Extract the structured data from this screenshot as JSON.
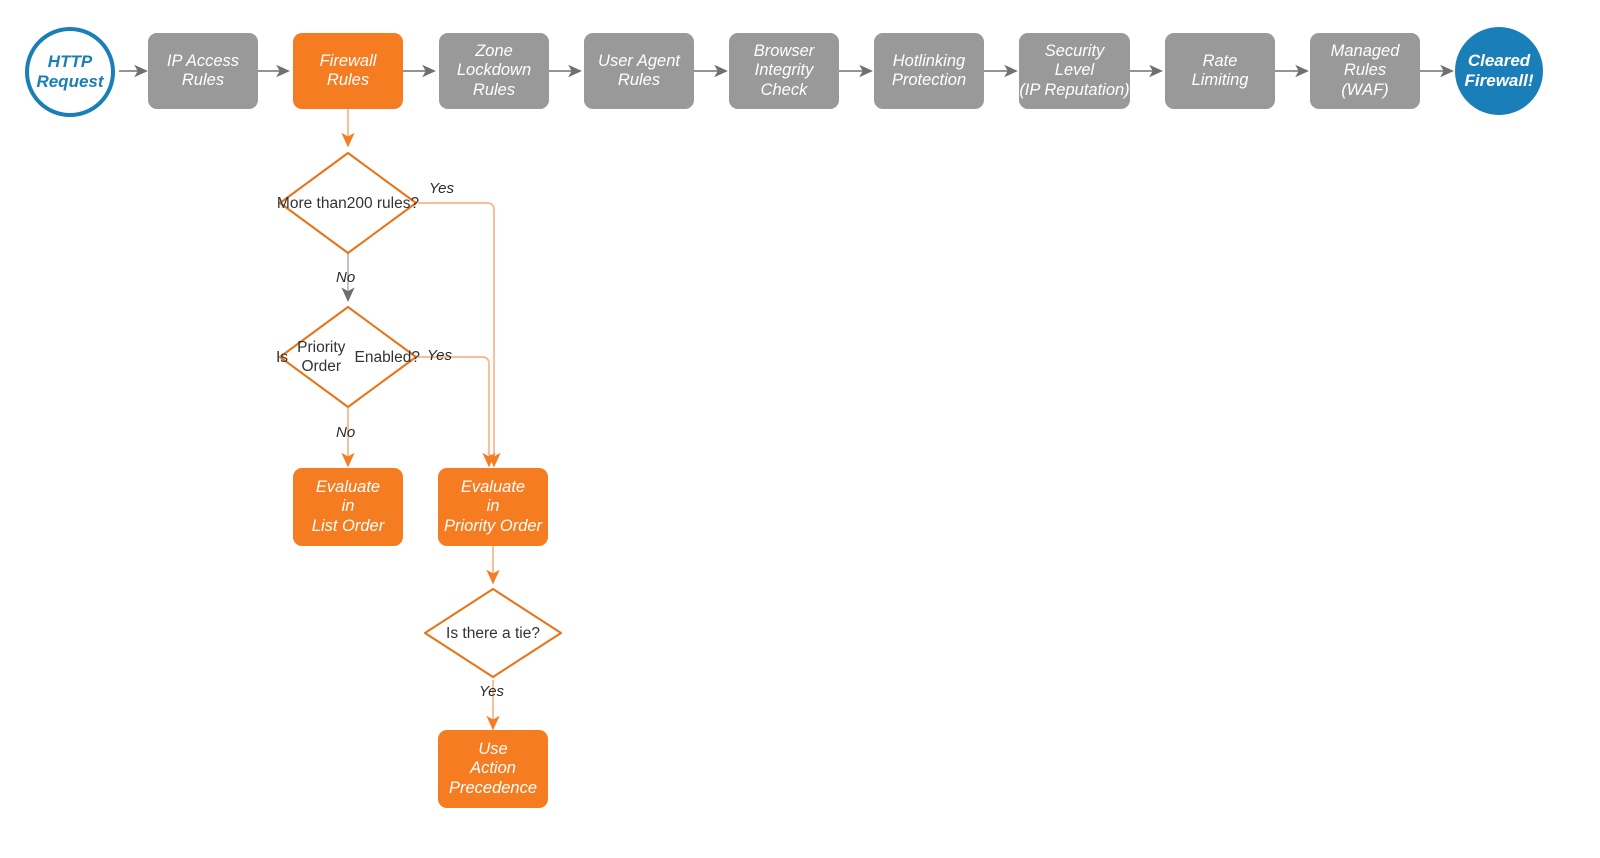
{
  "diagram": {
    "title": "Cloudflare request firewall evaluation order",
    "colors": {
      "orange": "#F57C20",
      "orange_light": "#F9B48A",
      "gray": "#999999",
      "gray_arrow": "#808080",
      "blue": "#1A7EB8",
      "text_dark": "#333333"
    },
    "pipeline": [
      {
        "id": "http-request",
        "type": "terminator-start",
        "lines": [
          "HTTP",
          "Request"
        ]
      },
      {
        "id": "ip-access-rules",
        "type": "process-gray",
        "lines": [
          "IP Access",
          "Rules"
        ]
      },
      {
        "id": "firewall-rules",
        "type": "process-orange",
        "lines": [
          "Firewall",
          "Rules"
        ]
      },
      {
        "id": "zone-lockdown-rules",
        "type": "process-gray",
        "lines": [
          "Zone",
          "Lockdown",
          "Rules"
        ]
      },
      {
        "id": "user-agent-rules",
        "type": "process-gray",
        "lines": [
          "User Agent",
          "Rules"
        ]
      },
      {
        "id": "browser-integrity-check",
        "type": "process-gray",
        "lines": [
          "Browser",
          "Integrity",
          "Check"
        ]
      },
      {
        "id": "hotlinking-protection",
        "type": "process-gray",
        "lines": [
          "Hotlinking",
          "Protection"
        ]
      },
      {
        "id": "security-level",
        "type": "process-gray",
        "lines": [
          "Security",
          "Level",
          "(IP Reputation)"
        ]
      },
      {
        "id": "rate-limiting",
        "type": "process-gray",
        "lines": [
          "Rate",
          "Limiting"
        ]
      },
      {
        "id": "managed-rules-waf",
        "type": "process-gray",
        "lines": [
          "Managed",
          "Rules",
          "(WAF)"
        ]
      },
      {
        "id": "cleared-firewall",
        "type": "terminator-end",
        "lines": [
          "Cleared",
          "Firewall!"
        ]
      }
    ],
    "decisions": [
      {
        "id": "more-than-200-rules",
        "lines": [
          "More than",
          "200 rules?"
        ]
      },
      {
        "id": "priority-order-enabled",
        "lines": [
          "Is",
          "Priority Order",
          "Enabled?"
        ]
      },
      {
        "id": "is-there-a-tie",
        "lines": [
          "Is there a tie?"
        ]
      }
    ],
    "outcomes": [
      {
        "id": "evaluate-list-order",
        "lines": [
          "Evaluate",
          "in",
          "List Order"
        ]
      },
      {
        "id": "evaluate-priority-order",
        "lines": [
          "Evaluate",
          "in",
          "Priority Order"
        ]
      },
      {
        "id": "use-action-precedence",
        "lines": [
          "Use",
          "Action",
          "Precedence"
        ]
      }
    ],
    "edge_labels": {
      "yes_200": "Yes",
      "no_200": "No",
      "yes_priority": "Yes",
      "no_priority": "No",
      "yes_tie": "Yes"
    }
  }
}
